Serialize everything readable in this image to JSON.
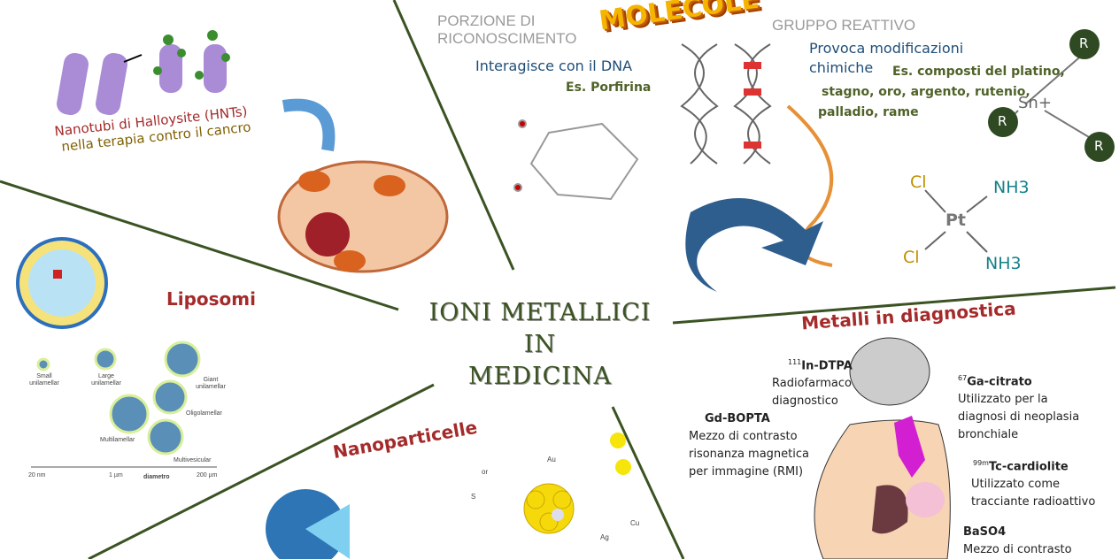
{
  "center_title": [
    "IONI METALLICI",
    "IN",
    "MEDICINA"
  ],
  "banner_text": "MOLECOLE",
  "halloysite": {
    "line1": "Nanotubi di Halloysite (HNTs)",
    "line2": "nella terapia contro il cancro"
  },
  "molecules": {
    "recognition_heading": [
      "PORZIONE DI",
      "RICONOSCIMENTO"
    ],
    "recognition_desc": "Interagisce con il DNA",
    "recognition_example": "Es. Porfirina",
    "reactive_heading": "GRUPPO REATTIVO",
    "reactive_desc": [
      "Provoca modificazioni",
      "chimiche"
    ],
    "reactive_examples": [
      "Es. composti del platino,",
      "stagno, oro, argento, rutenio,",
      "palladio, rame"
    ],
    "tin_complex": {
      "center": "Sn+",
      "ligands": [
        "R",
        "R",
        "R"
      ]
    },
    "cisplatin": {
      "center": "Pt",
      "ligands": [
        "Cl",
        "Cl",
        "NH3",
        "NH3"
      ]
    }
  },
  "liposomes": {
    "title": "Liposomi",
    "types": [
      "Small unilamellar",
      "Large unilamellar",
      "Giant unilamellar",
      "Oligolamellar",
      "Multilamellar",
      "Multivesicular"
    ],
    "axis_ticks": [
      "20 nm",
      "1 µm",
      "200 µm"
    ],
    "axis_label": "diametro"
  },
  "nanoparticles": {
    "title": "Nanoparticelle",
    "labels": [
      "Au",
      "Ag",
      "Cu",
      "or",
      "S"
    ]
  },
  "diagnostics": {
    "title": "Metalli in diagnostica",
    "items": [
      {
        "sup": "111",
        "name": "In-DTPA",
        "desc": [
          "Radiofarmaco",
          "diagnostico"
        ]
      },
      {
        "sup": "67",
        "name": "Ga-citrato",
        "desc": [
          "Utilizzato per la",
          "diagnosi di neoplasia",
          "bronchiale"
        ]
      },
      {
        "sup": "",
        "name": "Gd-BOPTA",
        "desc": [
          "Mezzo di contrasto",
          "risonanza magnetica",
          "per immagine (RMI)"
        ]
      },
      {
        "sup": "99m",
        "name": "Tc-cardiolite",
        "desc": [
          "Utilizzato come",
          "tracciante radioattivo"
        ]
      },
      {
        "sup": "",
        "name": "BaSO4",
        "desc": [
          "Mezzo di contrasto"
        ]
      }
    ]
  },
  "colors": {
    "divider": "#3b5323",
    "title": "#3b5323",
    "section_red": "#a52a2a",
    "blue_text": "#1f4e79"
  }
}
